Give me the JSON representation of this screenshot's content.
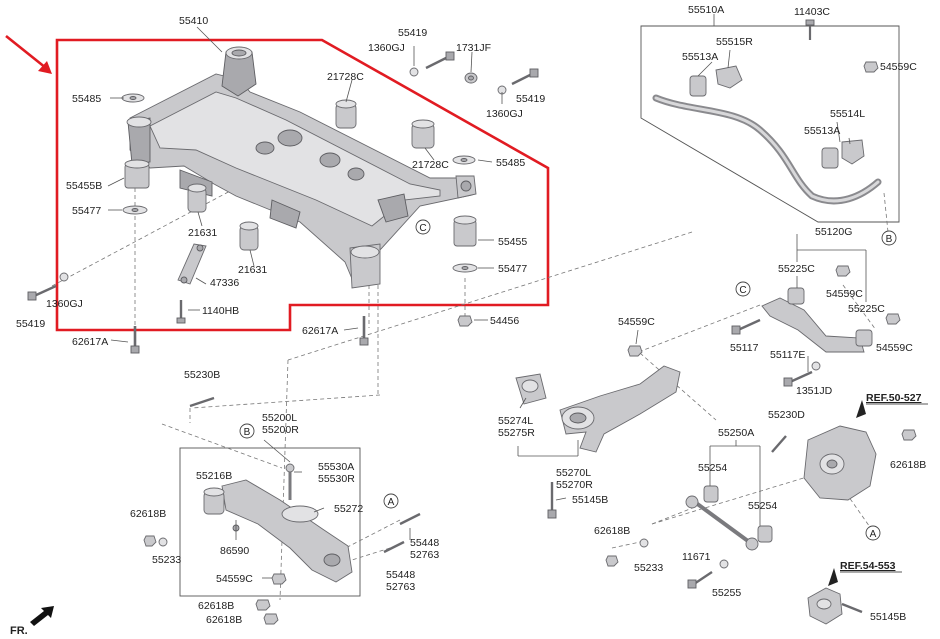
{
  "labels": {
    "l55410": "55410",
    "l55419a": "55419",
    "l1360gj_a": "1360GJ",
    "l1731jf": "1731JF",
    "l55419b": "55419",
    "l1360gj_b": "1360GJ",
    "l55485a": "55485",
    "l21728c_a": "21728C",
    "l21728c_b": "21728C",
    "l55485b": "55485",
    "l55455b": "55455B",
    "l55477a": "55477",
    "l21631a": "21631",
    "l21631b": "21631",
    "l55455": "55455",
    "l55477b": "55477",
    "l47336": "47336",
    "l55419c": "55419",
    "l1360gj_c": "1360GJ",
    "l1140hb": "1140HB",
    "l62617a_a": "62617A",
    "l62617a_b": "62617A",
    "l54456": "54456",
    "l55510a": "55510A",
    "l11403c": "11403C",
    "l55515r": "55515R",
    "l55513a_a": "55513A",
    "l54559c_a": "54559C",
    "l55514l": "55514L",
    "l55513a_b": "55513A",
    "l55120g": "55120G",
    "l55225c_a": "55225C",
    "l54559c_b": "54559C",
    "l55225c_b": "55225C",
    "l55117": "55117",
    "l55117e": "55117E",
    "l54559c_c": "54559C",
    "l1351jd": "1351JD",
    "l54559c_d": "54559C",
    "l55230b": "55230B",
    "l55200l": "55200L",
    "l55200r": "55200R",
    "l55530a": "55530A",
    "l55530r": "55530R",
    "l55216b": "55216B",
    "l55272": "55272",
    "l62618b_a": "62618B",
    "l55233a": "55233",
    "l86590": "86590",
    "l54559c_e": "54559C",
    "l55448a": "55448",
    "l52763a": "52763",
    "l55448b": "55448",
    "l52763b": "52763",
    "l62618b_b": "62618B",
    "l62618b_c": "62618B",
    "l55274l": "55274L",
    "l55275r": "55275R",
    "l55270l": "55270L",
    "l55270r": "55270R",
    "l55145b_a": "55145B",
    "l55230d": "55230D",
    "l55250a": "55250A",
    "l55254a": "55254",
    "l55254b": "55254",
    "l62618b_d": "62618B",
    "l55233b": "55233",
    "l11671": "11671",
    "l55255": "55255",
    "l62618b_e": "62618B",
    "l55145b_b": "55145B"
  },
  "refs": {
    "ref50": "REF.50-527",
    "ref54": "REF.54-553"
  },
  "callouts": {
    "c1": "C",
    "c2": "C",
    "b1": "B",
    "b2": "B",
    "a1": "A",
    "a2": "A"
  },
  "front_label": "FR.",
  "colors": {
    "highlight": "#e11b22"
  }
}
